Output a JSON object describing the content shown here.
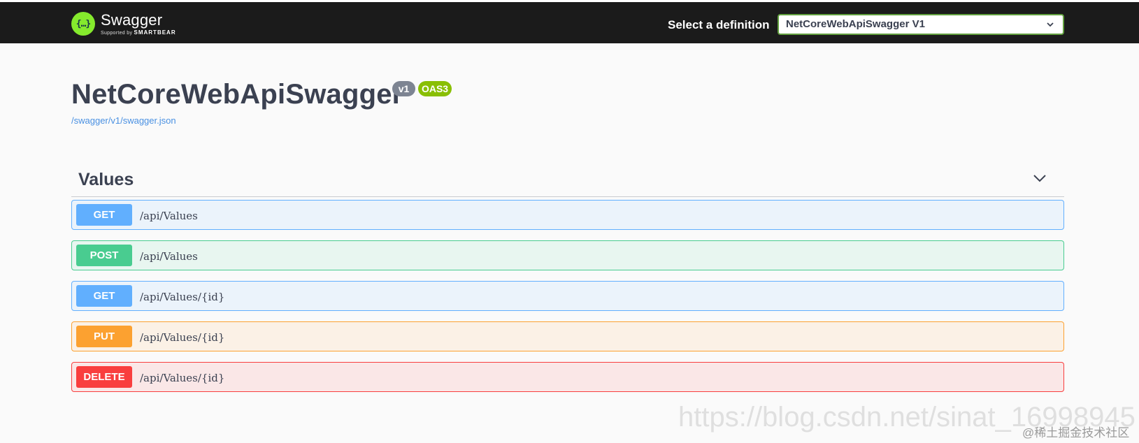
{
  "header": {
    "logo_name": "Swagger",
    "logo_sub_prefix": "Supported by",
    "logo_sub_brand": "SMARTBEAR",
    "logo_glyph": "{…}",
    "select_label": "Select a definition",
    "select_value": "NetCoreWebApiSwagger V1"
  },
  "info": {
    "title": "NetCoreWebApiSwagger",
    "version_badge": "v1",
    "oas_badge": "OAS3",
    "spec_url": "/swagger/v1/swagger.json"
  },
  "section": {
    "title": "Values",
    "icon": "chevron-down-icon"
  },
  "operations": [
    {
      "method": "GET",
      "path": "/api/Values",
      "color": "#61affe"
    },
    {
      "method": "POST",
      "path": "/api/Values",
      "color": "#49cc90"
    },
    {
      "method": "GET",
      "path": "/api/Values/{id}",
      "color": "#61affe"
    },
    {
      "method": "PUT",
      "path": "/api/Values/{id}",
      "color": "#fca130"
    },
    {
      "method": "DELETE",
      "path": "/api/Values/{id}",
      "color": "#f93e3e"
    }
  ],
  "watermark": {
    "url": "https://blog.csdn.net/sinat_16998945",
    "text": "@稀土掘金技术社区"
  }
}
